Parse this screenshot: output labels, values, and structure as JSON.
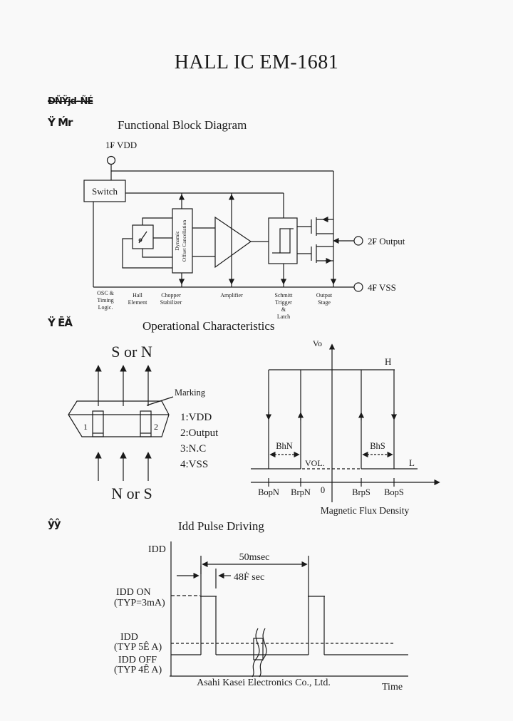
{
  "doc": {
    "title": "HALL IC EM-1681",
    "stamp_line": "ÐÑŸjd–ÑÉ",
    "company_footer": "Asahi Kasei Electronics Co., Ltd."
  },
  "sections": {
    "s1_marker": "Ÿ Ḿr",
    "s1_heading": "Functional Block Diagram",
    "s2_marker": "Ÿ ĒĂ",
    "s2_heading": "Operational Characteristics",
    "s3_marker": "ŷŷ",
    "s3_heading": "Idd Pulse Driving"
  },
  "block_diagram": {
    "pin_vdd": "1₣ VDD",
    "switch_label": "Switch",
    "chopper_line1": "Dynamic",
    "chopper_line2": "Offset Cancellation",
    "pin_output": "2₣ Output",
    "pin_vss": "4₣ VSS",
    "stage_labels": {
      "osc": "OSC &\nTiming\nLogic.",
      "hall": "Hall\nElement",
      "chopper": "Chopper\nStabilizer",
      "amplifier": "Amplifier",
      "schmitt": "Schmitt\nTrigger\n&\nLatch",
      "output": "Output\nStage"
    }
  },
  "package": {
    "top_pole": "S or N",
    "bottom_pole": "N or S",
    "marking": "Marking",
    "pin1_num": "1",
    "pin2_num": "2",
    "pin_list": [
      "1:VDD",
      "2:Output",
      "3:N.C",
      "4:VSS"
    ]
  },
  "hysteresis": {
    "y_axis": "Vo",
    "x_axis": "Magnetic Flux Density",
    "high": "H",
    "low": "L",
    "vol": "VOL.",
    "bhn": "BhN",
    "bhs": "BhS",
    "ticks": [
      "BopN",
      "BrpN",
      "0",
      "BrpS",
      "BopS"
    ]
  },
  "pulse": {
    "y_axis": "IDD",
    "x_axis": "Time",
    "period": "50msec",
    "width": "48Ḟ sec",
    "on_label": "IDD ON",
    "on_value": "(TYP=3mA)",
    "mid_label": "IDD",
    "mid_value": "(TYP  5Ê A)",
    "off_label": "IDD OFF",
    "off_value": "(TYP  4Ê A)"
  }
}
